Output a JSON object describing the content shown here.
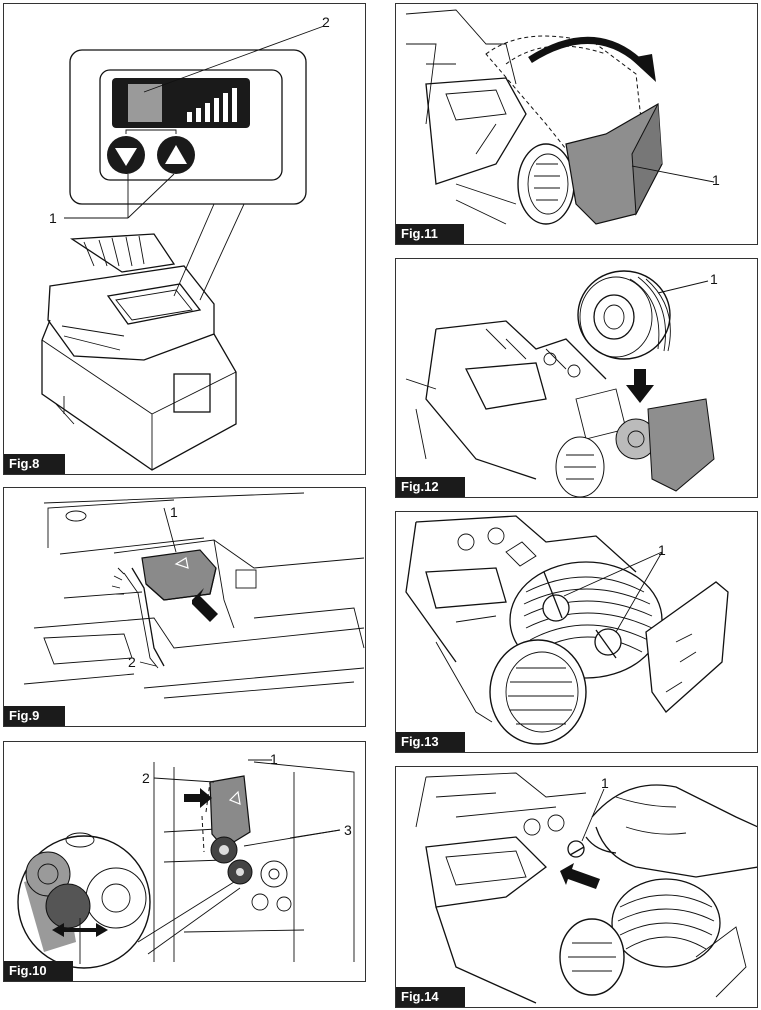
{
  "figures": {
    "fig8": {
      "label": "Fig.8",
      "callouts": [
        "2",
        "1"
      ]
    },
    "fig9": {
      "label": "Fig.9",
      "callouts": [
        "1",
        "2"
      ]
    },
    "fig10": {
      "label": "Fig.10",
      "callouts": [
        "1",
        "2",
        "3"
      ]
    },
    "fig11": {
      "label": "Fig.11",
      "callouts": [
        "1"
      ]
    },
    "fig12": {
      "label": "Fig.12",
      "callouts": [
        "1"
      ]
    },
    "fig13": {
      "label": "Fig.13",
      "callouts": [
        "1"
      ]
    },
    "fig14": {
      "label": "Fig.14",
      "callouts": [
        "1"
      ]
    }
  }
}
